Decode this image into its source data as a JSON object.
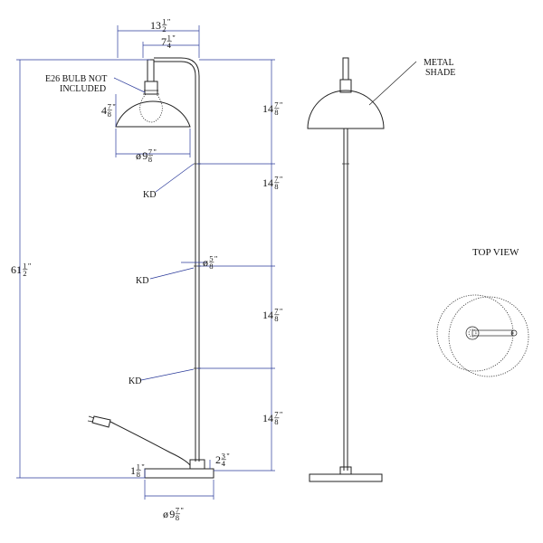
{
  "title_annotations": {
    "bulb_note_line1": "E26 BULB NOT",
    "bulb_note_line2": "INCLUDED",
    "metal_shade_line1": "METAL",
    "metal_shade_line2": "SHADE",
    "top_view": "TOP VIEW",
    "kd_label": "KD"
  },
  "dimensions": {
    "overall_width": {
      "whole": "13",
      "num": "1",
      "den": "2",
      "unit": "\""
    },
    "arm_width": {
      "whole": "7",
      "num": "1",
      "den": "4",
      "unit": "\""
    },
    "shade_height": {
      "whole": "4",
      "num": "7",
      "den": "8",
      "unit": "\""
    },
    "shade_diameter": {
      "prefix": "ø",
      "whole": "9",
      "num": "7",
      "den": "8",
      "unit": "\""
    },
    "pole_diameter": {
      "prefix": "ø",
      "num": "5",
      "den": "8",
      "unit": "\""
    },
    "total_height": {
      "whole": "61",
      "num": "1",
      "den": "2",
      "unit": "\""
    },
    "segment_1": {
      "whole": "14",
      "num": "7",
      "den": "8",
      "unit": "\""
    },
    "segment_2": {
      "whole": "14",
      "num": "7",
      "den": "8",
      "unit": "\""
    },
    "segment_3": {
      "whole": "14",
      "num": "7",
      "den": "8",
      "unit": "\""
    },
    "segment_4": {
      "whole": "14",
      "num": "7",
      "den": "8",
      "unit": "\""
    },
    "base_thickness": {
      "whole": "1",
      "num": "1",
      "den": "8",
      "unit": "\""
    },
    "base_collar": {
      "whole": "2",
      "num": "3",
      "den": "4",
      "unit": "\""
    },
    "base_diameter": {
      "prefix": "ø",
      "whole": "9",
      "num": "7",
      "den": "8",
      "unit": "\""
    }
  }
}
